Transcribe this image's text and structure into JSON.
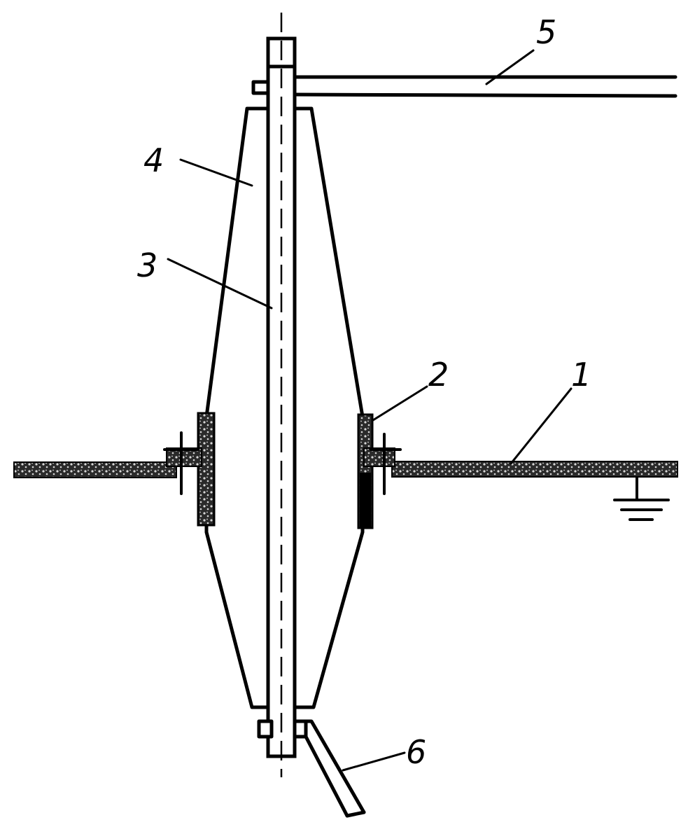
{
  "figure": {
    "labels": [
      {
        "id": "wall",
        "text": "1"
      },
      {
        "id": "flange",
        "text": "2"
      },
      {
        "id": "rod",
        "text": "3"
      },
      {
        "id": "insulator",
        "text": "4"
      },
      {
        "id": "top-lead",
        "text": "5"
      },
      {
        "id": "bottom-lead",
        "text": "6"
      }
    ]
  },
  "colors": {
    "ink": "#000000",
    "paper": "#ffffff",
    "speckle": "#d8d8d8"
  }
}
